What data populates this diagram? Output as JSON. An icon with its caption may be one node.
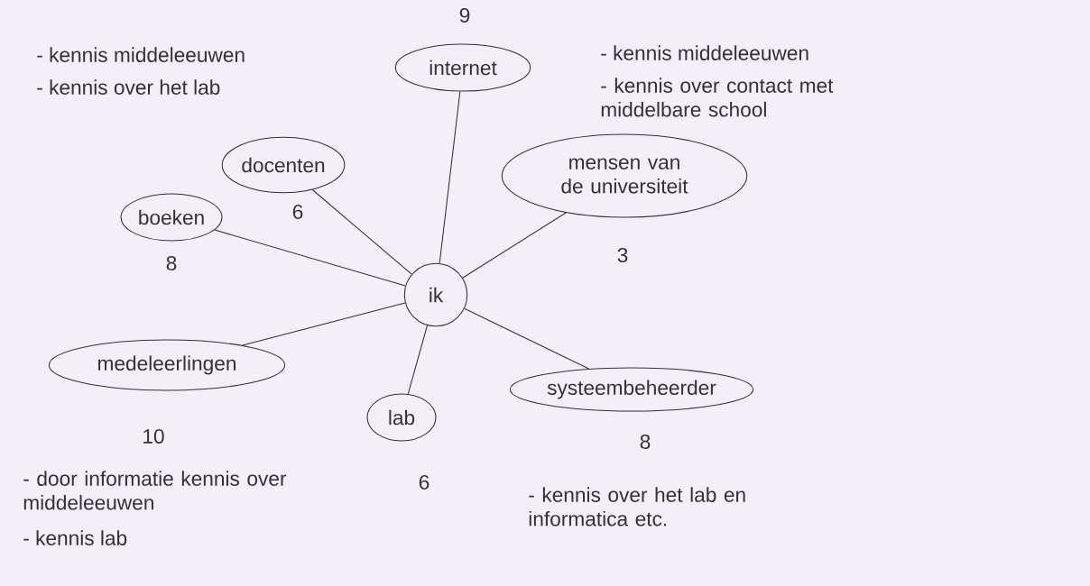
{
  "diagram": {
    "nodes": [
      {
        "text": [
          "internet"
        ],
        "beside": [
          "9"
        ]
      },
      {
        "text": [
          "docenten"
        ],
        "beside": [
          "6"
        ]
      },
      {
        "text": [
          "mensen van de universiteit"
        ],
        "beside": [
          "3"
        ]
      },
      {
        "text": [
          "boeken"
        ],
        "beside": [
          "8"
        ]
      },
      {
        "text": [
          "ik"
        ]
      },
      {
        "text": [
          "medeleerlingen"
        ],
        "beside": [
          "10"
        ]
      },
      {
        "text": [
          "lab"
        ],
        "beside": [
          "6"
        ]
      },
      {
        "text": [
          "systeembeheerder"
        ],
        "beside": [
          "8"
        ]
      }
    ],
    "edges": [
      {
        "from": 4,
        "to": 0,
        "arrow": "none"
      },
      {
        "from": 4,
        "to": 1,
        "arrow": "none"
      },
      {
        "from": 4,
        "to": 2,
        "arrow": "none"
      },
      {
        "from": 4,
        "to": 3,
        "arrow": "none"
      },
      {
        "from": 4,
        "to": 5,
        "arrow": "none"
      },
      {
        "from": 4,
        "to": 6,
        "arrow": "none"
      },
      {
        "from": 4,
        "to": 7,
        "arrow": "none"
      }
    ],
    "labels": [
      "- kennis middeleeuwen",
      "- kennis over het lab",
      "- kennis middeleeuwen",
      "- kennis over contact met middelbare school",
      "- door informatie kennis over middeleeuwen",
      "- kennis lab",
      "- kennis over het lab en informatica etc."
    ]
  }
}
